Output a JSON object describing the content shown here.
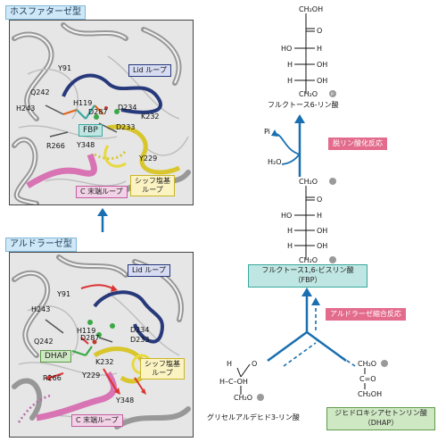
{
  "top_panel": {
    "tag": "ホスファターゼ型",
    "labels": {
      "lid": "Lid ループ",
      "fbp": "FBP",
      "schiff": "シッフ塩基\nループ",
      "cterm": "C 末端ループ",
      "y91": "Y91",
      "q242": "Q242",
      "h243": "H243",
      "h119": "H119",
      "d287": "D287",
      "d234": "D234",
      "k232": "K232",
      "d233": "D233",
      "r266": "R266",
      "y348": "Y348",
      "y229": "Y229"
    }
  },
  "bottom_panel": {
    "tag": "アルドラーゼ型",
    "labels": {
      "lid": "Lid ループ",
      "dhap": "DHAP",
      "schiff": "シッフ塩基\nループ",
      "cterm": "C 末端ループ",
      "y91": "Y91",
      "h243": "H243",
      "q242": "Q242",
      "h119": "H119",
      "d287": "D287",
      "d234": "D234",
      "d233": "D233",
      "k232": "K232",
      "r266": "R266",
      "y229": "Y229",
      "y348": "Y348"
    }
  },
  "right": {
    "f6p": {
      "rows": [
        "CH₂OH",
        "C=O",
        "HO–C–H",
        "H–C–OH",
        "H–C–OH",
        "CH₂O"
      ],
      "caption": "フルクトース6-リン酸"
    },
    "fbp": {
      "rows": [
        "CH₂O",
        "C=O",
        "HO–C–H",
        "H–C–OH",
        "H–C–OH",
        "CH₂O"
      ],
      "box_line1": "フルクトース1,6-ビスリン酸",
      "box_line2": "（FBP）"
    },
    "pi": "Pi",
    "h2o": "H₂O",
    "dephos_label": "脱リン酸化反応",
    "aldol_label": "アルドラーゼ縮合反応",
    "gap_caption": "グリセルアルデヒド3-リン酸",
    "dhap_line1": "ジヒドロキシアセトンリン酸",
    "dhap_line2": "（DHAP）",
    "p_symbol": "P"
  },
  "colors": {
    "lid": "#27397a",
    "schiff": "#d8c62c",
    "cterm": "#d874b4",
    "arrow": "#1a6fb0",
    "pink": "#e36b8c",
    "teal": "#3aa89f"
  }
}
